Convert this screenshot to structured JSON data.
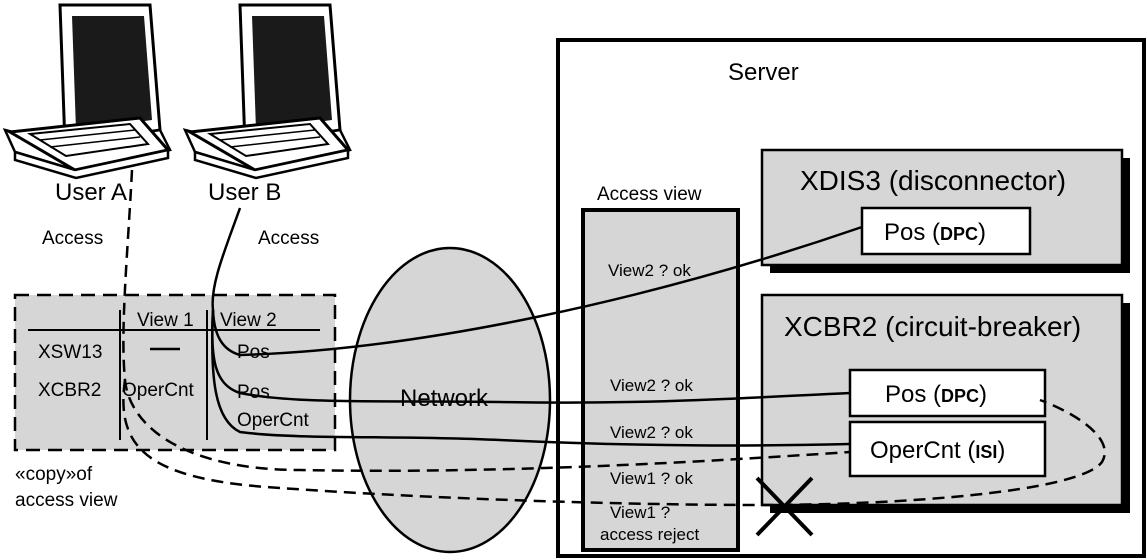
{
  "users": {
    "user_a": "User A",
    "user_b": "User B",
    "access_a": "Access",
    "access_b": "Access"
  },
  "copy_table": {
    "col_view1": "View 1",
    "col_view2": "View 2",
    "row1_name": "XSW13",
    "row1_view1": "—",
    "row1_view2": "Pos",
    "row2_name": "XCBR2",
    "row2_view1": "OperCnt",
    "row2_view2a": "Pos",
    "row2_view2b": "OperCnt",
    "caption_line1": "«copy»of",
    "caption_line2": "access view"
  },
  "network": {
    "label": "Network"
  },
  "server": {
    "title": "Server",
    "access_view": {
      "title": "Access view",
      "entries": [
        "View2 ? ok",
        "View2 ? ok",
        "View2 ? ok",
        "View1 ? ok",
        "View1 ?",
        "access reject"
      ]
    },
    "xdis3": {
      "title": "XDIS3 (disconnector)",
      "pos_name": "Pos (",
      "pos_type": "DPC",
      "pos_close": ")"
    },
    "xcbr2": {
      "title": "XCBR2 (circuit-breaker)",
      "pos_name": "Pos (",
      "pos_type": "DPC",
      "pos_close": ")",
      "opercnt_name": "OperCnt (",
      "opercnt_type": "ISI",
      "opercnt_close": ")"
    }
  },
  "colors": {
    "shade": "#d6d6d6",
    "ink": "#000000",
    "screen": "#1a1a1a"
  }
}
